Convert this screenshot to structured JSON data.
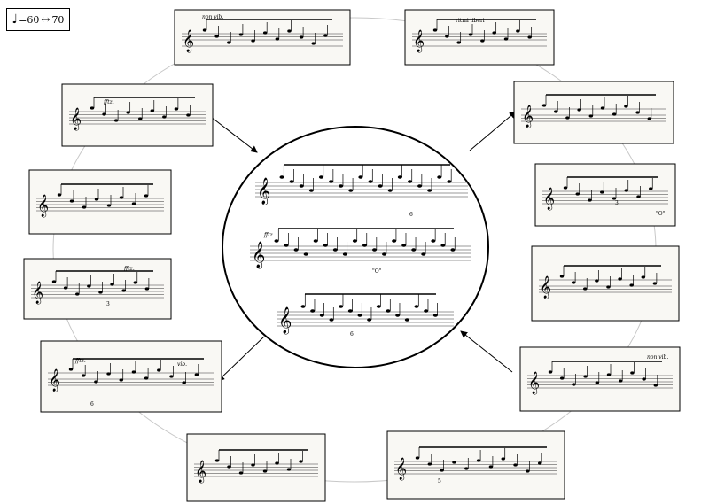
{
  "tempo": {
    "note_symbol": "♩",
    "equals": "=",
    "low": "60",
    "arrow": "↔",
    "high": "70"
  },
  "fragments": [
    {
      "id": "f1",
      "text": "non vib."
    },
    {
      "id": "f2",
      "text": "ritmi liberi"
    },
    {
      "id": "f3",
      "text": "fftz."
    },
    {
      "id": "f4",
      "text": "\"O\""
    },
    {
      "id": "f5",
      "text": "fftz."
    },
    {
      "id": "f6",
      "text": "fftz."
    },
    {
      "id": "f7",
      "text": "vib."
    },
    {
      "id": "f8",
      "text": "non vib."
    },
    {
      "id": "c1",
      "text": "fftz."
    },
    {
      "id": "c2",
      "text": "\"O\""
    }
  ],
  "tuplets": {
    "three": "3",
    "five": "5",
    "six": "6"
  },
  "colors": {
    "ink": "#000000",
    "box_fill": "#f9f8f4",
    "ring": "#c8c8c8"
  }
}
